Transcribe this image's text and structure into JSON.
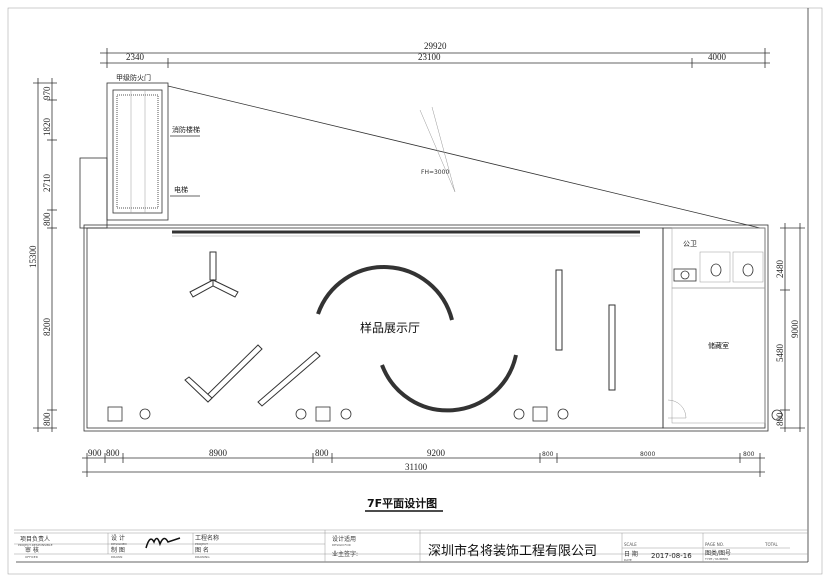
{
  "drawing_title": "7F平面设计图",
  "rooms": {
    "fire_door": "甲级防火门",
    "fire_stairs": "消防楼梯",
    "elevator": "电梯",
    "height_note": "FH=3000",
    "toilet": "公卫",
    "storage": "储藏室",
    "showroom": "样品展示厅"
  },
  "dimensions": {
    "top_total": "29920",
    "top": [
      "2340",
      "23100",
      "4000"
    ],
    "left_total": "15300",
    "left": [
      "970",
      "1820",
      "2710",
      "800",
      "8200",
      "800"
    ],
    "right_total": "9000",
    "right": [
      "2480",
      "5480",
      "800"
    ],
    "bottom_total": "31100",
    "bottom": [
      "900",
      "800",
      "8900",
      "800",
      "9200",
      "800",
      "8000",
      "800"
    ]
  },
  "title_block": {
    "project_lead": "项目负责人",
    "project_lead_en": "PROJECT-RESPONSIBLE",
    "review": "审 核",
    "review_en": "OFFICER",
    "design": "设 计",
    "design_en": "DESIGNED",
    "draw": "制 图",
    "draw_en": "DRAWN",
    "project_name": "工程名称",
    "project_name_en": "PROJECT",
    "drawing_name": "图 名",
    "drawing_name_en": "DRAWING",
    "design_use": "设计适用",
    "design_use_en": "DESIGN FOR",
    "owner_sign": "业主签字:",
    "company": "深圳市名将装饰工程有限公司",
    "scale": "SCALE",
    "date_label": "日 期",
    "date_en": "DATE",
    "date": "2017-08-16",
    "page_no": "PAGE NO.",
    "total": "TOTAL",
    "type_no": "图类/图号",
    "type_no_en": "TYPE / NUMBER",
    "signature": "签名"
  }
}
